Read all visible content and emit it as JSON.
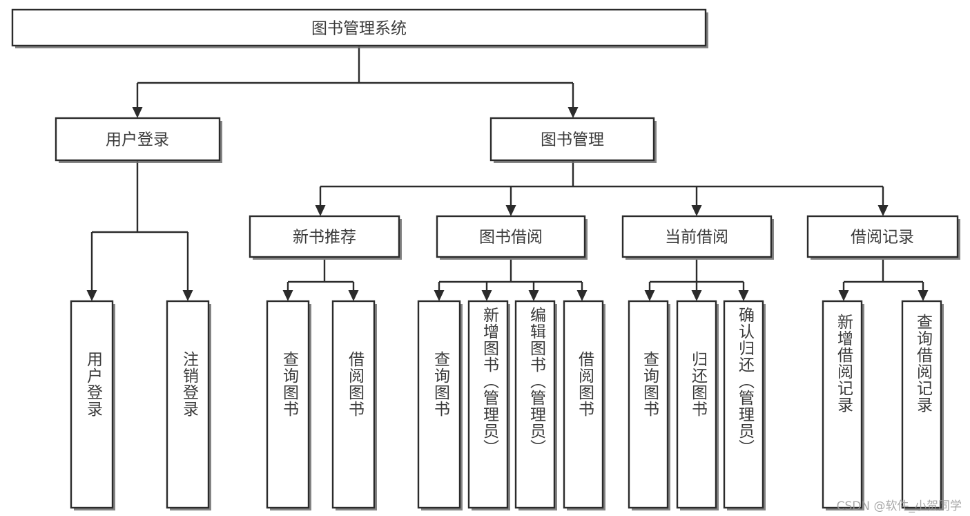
{
  "diagram": {
    "title": "图书管理系统",
    "type": "tree-hierarchy-diagram",
    "colors": {
      "box_stroke": "#2b2b2b",
      "box_fill": "#ffffff",
      "label_text": "#3a3a3a",
      "shadow": "#6e6e6e",
      "watermark_text": "#9a9a9a"
    },
    "root": {
      "id": "root",
      "label": "图书管理系统"
    },
    "level2": [
      {
        "id": "user-login",
        "label": "用户登录"
      },
      {
        "id": "book-management",
        "label": "图书管理"
      }
    ],
    "level3": [
      {
        "id": "new-book-recommend",
        "label": "新书推荐",
        "parent": "book-management"
      },
      {
        "id": "book-borrow",
        "label": "图书借阅",
        "parent": "book-management"
      },
      {
        "id": "current-borrow",
        "label": "当前借阅",
        "parent": "book-management"
      },
      {
        "id": "borrow-record",
        "label": "借阅记录",
        "parent": "book-management"
      }
    ],
    "leaves": [
      {
        "id": "leaf-user-login",
        "label": "用户登录",
        "parent": "user-login"
      },
      {
        "id": "leaf-logout-login",
        "label": "注销登录",
        "parent": "user-login"
      },
      {
        "id": "leaf-query-book-1",
        "label": "查询图书",
        "parent": "new-book-recommend"
      },
      {
        "id": "leaf-borrow-book-1",
        "label": "借阅图书",
        "parent": "new-book-recommend"
      },
      {
        "id": "leaf-query-book-2",
        "label": "查询图书",
        "parent": "book-borrow"
      },
      {
        "id": "leaf-add-book",
        "label": "新增图书（管理员）",
        "parent": "book-borrow"
      },
      {
        "id": "leaf-edit-book",
        "label": "编辑图书（管理员）",
        "parent": "book-borrow"
      },
      {
        "id": "leaf-borrow-book-2",
        "label": "借阅图书",
        "parent": "book-borrow"
      },
      {
        "id": "leaf-query-book-3",
        "label": "查询图书",
        "parent": "current-borrow"
      },
      {
        "id": "leaf-return-book",
        "label": "归还图书",
        "parent": "current-borrow"
      },
      {
        "id": "leaf-confirm-return",
        "label": "确认归还（管理员）",
        "parent": "current-borrow"
      },
      {
        "id": "leaf-add-borrow-record",
        "label": "新增借阅记录",
        "parent": "borrow-record"
      },
      {
        "id": "leaf-query-borrow-record",
        "label": "查询借阅记录",
        "parent": "borrow-record"
      }
    ],
    "watermark": "CSDN @软件_小贺同学"
  }
}
